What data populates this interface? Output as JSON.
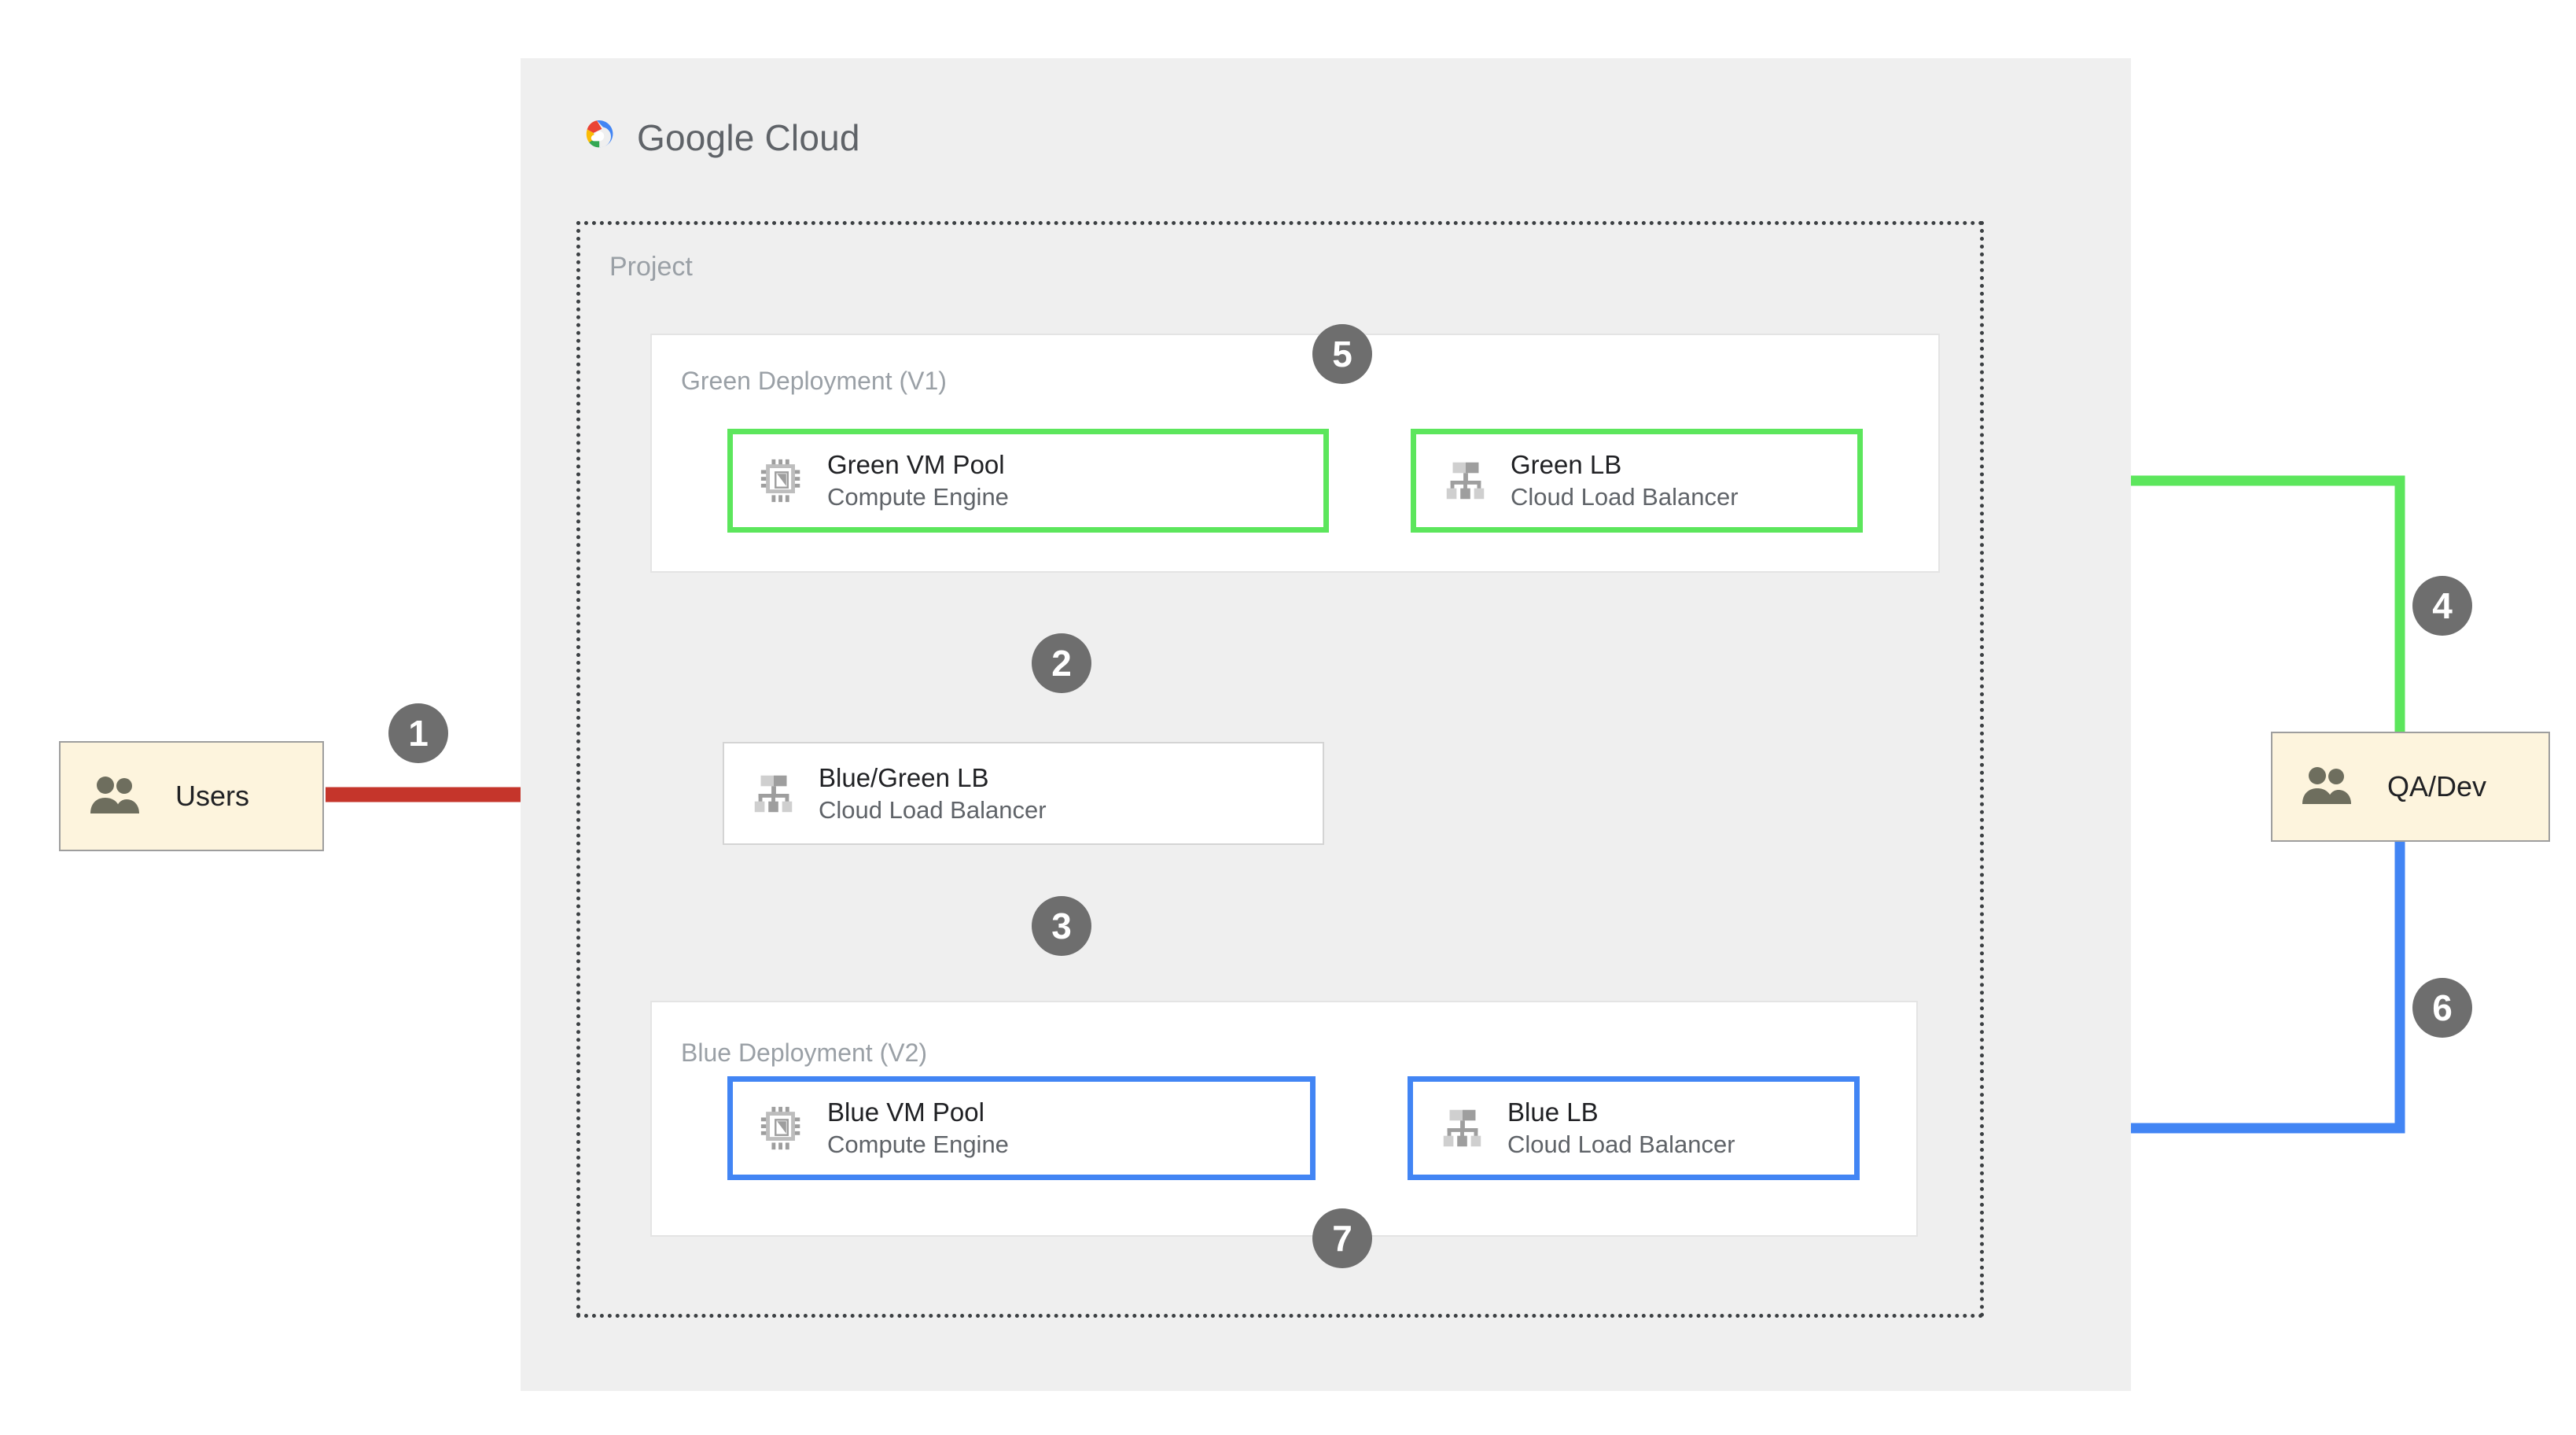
{
  "diagram": {
    "title": "Google Cloud",
    "cloud_panel": {
      "brand_label": "Google Cloud",
      "logo_icon": "google-cloud-logo-icon"
    },
    "project": {
      "label": "Project"
    },
    "deployments": [
      {
        "id": "green",
        "label": "Green Deployment (V1)",
        "accent_color": "#5CE65C",
        "nodes": [
          {
            "id": "green-vm-pool",
            "title": "Green VM Pool",
            "subtitle": "Compute Engine",
            "icon": "compute-engine-chip-icon"
          },
          {
            "id": "green-lb",
            "title": "Green LB",
            "subtitle": "Cloud Load Balancer",
            "icon": "cloud-load-balancer-icon"
          }
        ]
      },
      {
        "id": "blue",
        "label": "Blue Deployment (V2)",
        "accent_color": "#4285F4",
        "nodes": [
          {
            "id": "blue-vm-pool",
            "title": "Blue VM Pool",
            "subtitle": "Compute Engine",
            "icon": "compute-engine-chip-icon"
          },
          {
            "id": "blue-lb",
            "title": "Blue LB",
            "subtitle": "Cloud Load Balancer",
            "icon": "cloud-load-balancer-icon"
          }
        ]
      }
    ],
    "router": {
      "id": "bluegreen-lb",
      "title": "Blue/Green LB",
      "subtitle": "Cloud Load Balancer",
      "icon": "cloud-load-balancer-icon",
      "border_color": "#d4d4d4"
    },
    "actors": [
      {
        "id": "users",
        "label": "Users",
        "icon": "people-group-icon",
        "fill": "#fdf4dd",
        "border": "#9e9e9e"
      },
      {
        "id": "qa-dev",
        "label": "QA/Dev",
        "icon": "people-group-icon",
        "fill": "#fdf4dd",
        "border": "#9e9e9e"
      }
    ],
    "steps": [
      {
        "number": "1",
        "color": "#C5352B",
        "style": "solid",
        "from": "users",
        "to": "bluegreen-lb"
      },
      {
        "number": "2",
        "color": "#C5352B",
        "style": "solid",
        "from": "bluegreen-lb",
        "to": "green-vm-pool"
      },
      {
        "number": "3",
        "color": "#C5352B",
        "style": "dashed",
        "from": "bluegreen-lb",
        "to": "blue-vm-pool"
      },
      {
        "number": "4",
        "color": "#5CE65C",
        "style": "solid",
        "from": "qa-dev",
        "to": "green-lb"
      },
      {
        "number": "5",
        "color": "#5CE65C",
        "style": "solid",
        "from": "green-lb",
        "to": "green-vm-pool"
      },
      {
        "number": "6",
        "color": "#4285F4",
        "style": "solid",
        "from": "qa-dev",
        "to": "blue-lb"
      },
      {
        "number": "7",
        "color": "#4285F4",
        "style": "solid",
        "from": "blue-lb",
        "to": "blue-vm-pool"
      }
    ],
    "badge_color": "#6e6e6e",
    "colors": {
      "panel_bg": "#efefef",
      "card_bg": "#ffffff",
      "red": "#C5352B",
      "green": "#5CE65C",
      "blue": "#4285F4",
      "actor_fill": "#fdf4dd",
      "text_primary": "#202124",
      "text_secondary": "#5f6368",
      "text_muted": "#9aa0a6"
    }
  }
}
